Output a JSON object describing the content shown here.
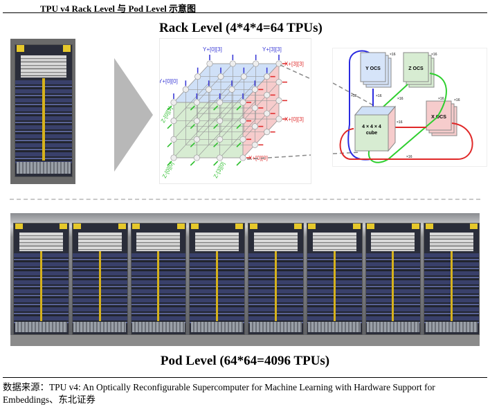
{
  "figure": {
    "title": "TPU v4 Rack Level 与 Pod Level 示意图",
    "rack_level_title": "Rack Level (4*4*4=64 TPUs)",
    "pod_level_title": "Pod Level (64*64=4096 TPUs)",
    "source": "数据来源：TPU v4: An Optically Reconfigurable Supercomputer for Machine Learning with Hardware Support for Embeddings、东北证券"
  },
  "cube_diagram": {
    "labels": {
      "y_top_left": "Y+[0][3]",
      "y_top_right": "Y+[3][3]",
      "y_left": "Y+[0][0]",
      "x_top": "X+[3][3]",
      "x_mid": "X+[0][3]",
      "x_bottom": "X+[0][0]",
      "z_left_upper": "Z-[0][3]",
      "z_left_lower": "Z-[0][0]",
      "z_bottom": "Z-[3][0]"
    },
    "colors": {
      "y_face": "#cfe0f7",
      "z_face": "#d7ecd2",
      "x_face": "#f6cccc",
      "y_link": "#3b3bd6",
      "z_link": "#2fbf2f",
      "x_link": "#e03030"
    }
  },
  "ocs_diagram": {
    "y_ocs": "Y OCS",
    "z_ocs": "Z OCS",
    "x_ocs": "X OCS",
    "cube_line1": "4 × 4 × 4",
    "cube_line2": "cube",
    "multiplier": "×16"
  },
  "pod": {
    "rack_count": 8
  }
}
